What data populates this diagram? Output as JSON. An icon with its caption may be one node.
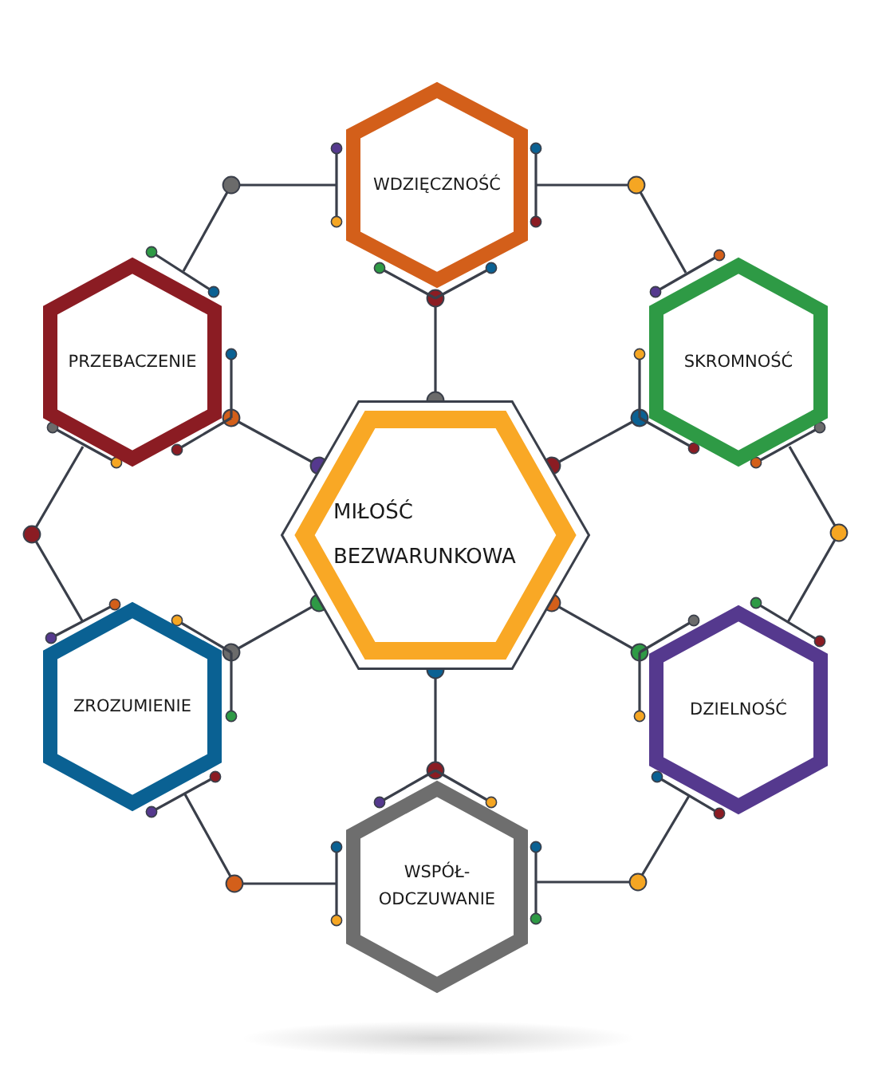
{
  "diagram": {
    "nodes": [
      {
        "text": [
          "WDZIĘCZNOŚĆ"
        ]
      },
      {
        "text": [
          "PRZEBACZENIE"
        ]
      },
      {
        "text": [
          "SKROMNOŚĆ"
        ]
      },
      {
        "text": [
          "MIŁOŚĆ BEZWARUNKOWA"
        ]
      },
      {
        "text": [
          "ZROZUMIENIE"
        ]
      },
      {
        "text": [
          "DZIELNOŚĆ"
        ]
      },
      {
        "text": [
          "WSPÓŁ- ODCZUWANIE"
        ]
      }
    ],
    "edges": [
      {
        "from": 3,
        "to": 0,
        "arrow": "other"
      },
      {
        "from": 3,
        "to": 1,
        "arrow": "other"
      },
      {
        "from": 3,
        "to": 2,
        "arrow": "other"
      },
      {
        "from": 3,
        "to": 4,
        "arrow": "other"
      },
      {
        "from": 3,
        "to": 5,
        "arrow": "other"
      },
      {
        "from": 3,
        "to": 6,
        "arrow": "other"
      },
      {
        "from": 0,
        "to": 1,
        "arrow": "none"
      },
      {
        "from": 0,
        "to": 2,
        "arrow": "none"
      },
      {
        "from": 2,
        "to": 5,
        "arrow": "none"
      },
      {
        "from": 5,
        "to": 6,
        "arrow": "none"
      },
      {
        "from": 6,
        "to": 4,
        "arrow": "none"
      },
      {
        "from": 4,
        "to": 1,
        "arrow": "none"
      }
    ]
  }
}
